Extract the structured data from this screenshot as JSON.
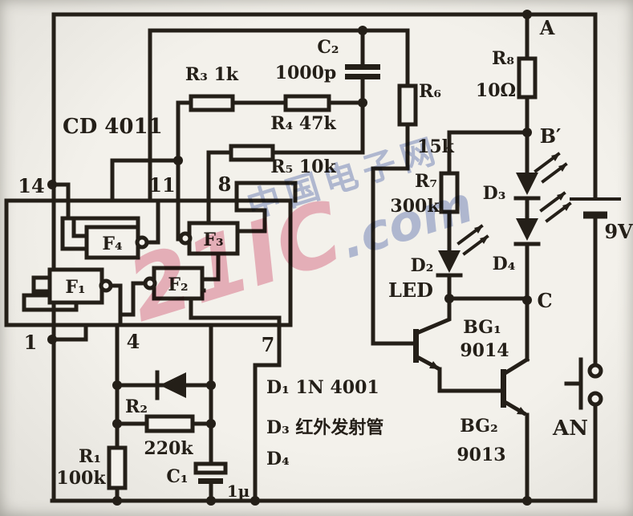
{
  "colors": {
    "ink": "#241f18",
    "paper": "#f3f1eb",
    "watermark_pink": "#e2738f",
    "watermark_blue": "#7e90c8"
  },
  "ic": {
    "name": "CD 4011",
    "pins": {
      "p14": "14",
      "p11": "11",
      "p8": "8",
      "p1": "1",
      "p4": "4",
      "p7": "7"
    },
    "gates": {
      "f1": "F₁",
      "f2": "F₂",
      "f3": "F₃",
      "f4": "F₄"
    }
  },
  "resistors": {
    "r1": {
      "ref": "R₁",
      "value": "100k"
    },
    "r2": {
      "ref": "R₂",
      "value": "220k"
    },
    "r3": {
      "ref": "R₃",
      "value": "1k",
      "label": "R₃ 1k"
    },
    "r4": {
      "ref": "R₄",
      "value": "47k",
      "label": "R₄ 47k"
    },
    "r5": {
      "ref": "R₅",
      "value": "10k",
      "label": "R₅ 10k"
    },
    "r6": {
      "ref": "R₆",
      "value": "15k"
    },
    "r7": {
      "ref": "R₇",
      "value": "300k"
    },
    "r8": {
      "ref": "R₈",
      "value": "10Ω"
    }
  },
  "capacitors": {
    "c1": {
      "ref": "C₁",
      "value": "1μ"
    },
    "c2": {
      "ref": "C₂",
      "value": "1000p"
    }
  },
  "diodes": {
    "d2": {
      "ref": "D₂",
      "note": "LED"
    },
    "d3": {
      "ref": "D₃"
    },
    "d4": {
      "ref": "D₄"
    }
  },
  "transistors": {
    "bg1": {
      "ref": "BG₁",
      "value": "9014"
    },
    "bg2": {
      "ref": "BG₂",
      "value": "9013"
    }
  },
  "nodes": {
    "a": "A",
    "b": "B′",
    "c": "C"
  },
  "power": {
    "battery": "9V",
    "switch": "AN"
  },
  "legend": {
    "line1": "D₁ 1N 4001",
    "line2": "D₃ 红外发射管",
    "line3": "D₄"
  },
  "watermark": {
    "cn": "中国电子网",
    "brand": "21IC",
    "suffix": ".com"
  }
}
